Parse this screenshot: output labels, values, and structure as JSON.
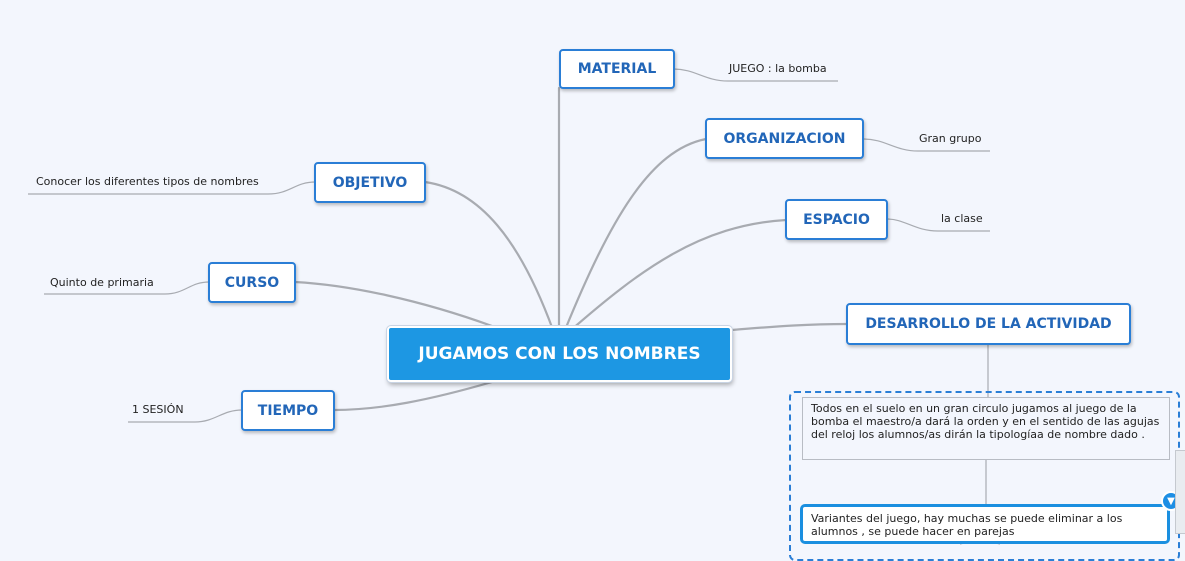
{
  "central": "JUGAMOS CON LOS NOMBRES",
  "branches": {
    "material": "MATERIAL",
    "organizacion": "ORGANIZACION",
    "espacio": "ESPACIO",
    "desarrollo": "DESARROLLO DE LA ACTIVIDAD",
    "objetivo": "OBJETIVO",
    "curso": "CURSO",
    "tiempo": "TIEMPO"
  },
  "leaves": {
    "material": "JUEGO : la bomba",
    "organizacion": "Gran grupo",
    "espacio": "la clase",
    "objetivo": "Conocer los diferentes tipos de nombres",
    "curso": "Quinto de primaria",
    "tiempo": "1 SESIÓN"
  },
  "notes": {
    "descripcion": "Todos en el suelo en un gran circulo jugamos al juego de la bomba el maestro/a dará la orden y en el sentido de las agujas del reloj los alumnos/as dirán la tipologíaa de nombre dado .",
    "variantes": "Variantes del juego, hay muchas se puede eliminar a los alumnos , se puede hacer en parejas"
  },
  "icons": {
    "collapse": "chevron-down-icon"
  },
  "colors": {
    "central_fill": "#1d97e3",
    "node_border": "#2a7ed6",
    "node_text": "#2266b8",
    "connector": "#a8abb1",
    "background": "#f3f6fd"
  }
}
